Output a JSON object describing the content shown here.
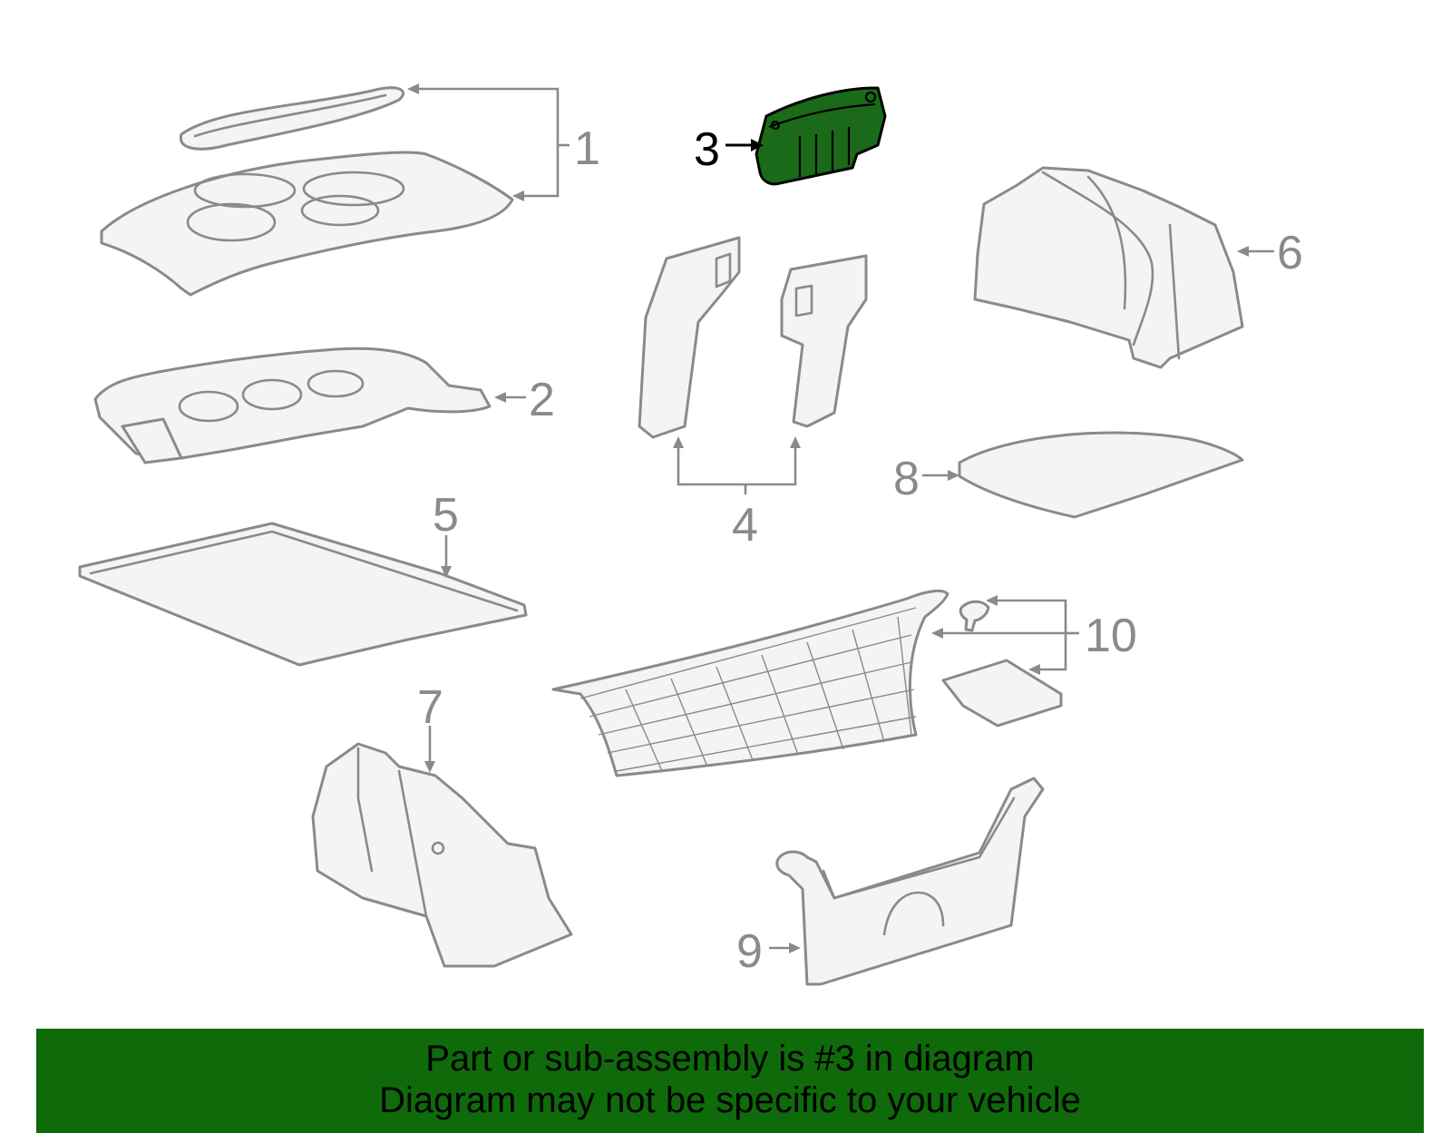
{
  "callouts": {
    "c1": "1",
    "c2": "2",
    "c3": "3",
    "c4": "4",
    "c5": "5",
    "c6": "6",
    "c7": "7",
    "c8": "8",
    "c9": "9",
    "c10": "10"
  },
  "highlight": {
    "part_number": "3",
    "fill_color": "#1a6a1a"
  },
  "banner": {
    "line1": "Part or sub-assembly is #3 in diagram",
    "line2": "Diagram may not be specific to your vehicle",
    "background_color": "#0f6a0a"
  }
}
